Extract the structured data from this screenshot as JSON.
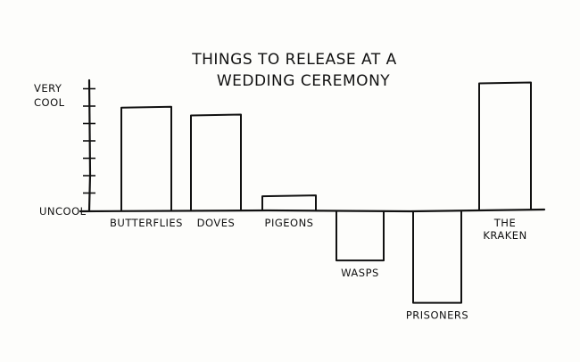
{
  "chart_data": {
    "type": "bar",
    "title_lines": [
      "THINGS TO RELEASE AT A",
      "WEDDING CEREMONY"
    ],
    "ylabel_top": [
      "VERY",
      "COOL"
    ],
    "ylabel_zero": "UNCOOL",
    "categories": [
      {
        "label_lines": [
          "BUTTERFLIES"
        ],
        "value": 8,
        "label_side": "below"
      },
      {
        "label_lines": [
          "DOVES"
        ],
        "value": 7.4,
        "label_side": "below"
      },
      {
        "label_lines": [
          "PIGEONS"
        ],
        "value": 1.1,
        "label_side": "below"
      },
      {
        "label_lines": [
          "WASPS"
        ],
        "value": -3.9,
        "label_side": "below-bar"
      },
      {
        "label_lines": [
          "PRISONERS"
        ],
        "value": -7.2,
        "label_side": "below-bar"
      },
      {
        "label_lines": [
          "THE",
          "KRAKEN"
        ],
        "value": 9.9,
        "label_side": "below"
      }
    ],
    "ylim": [
      -8,
      10
    ],
    "grid": false,
    "legend": "none"
  }
}
